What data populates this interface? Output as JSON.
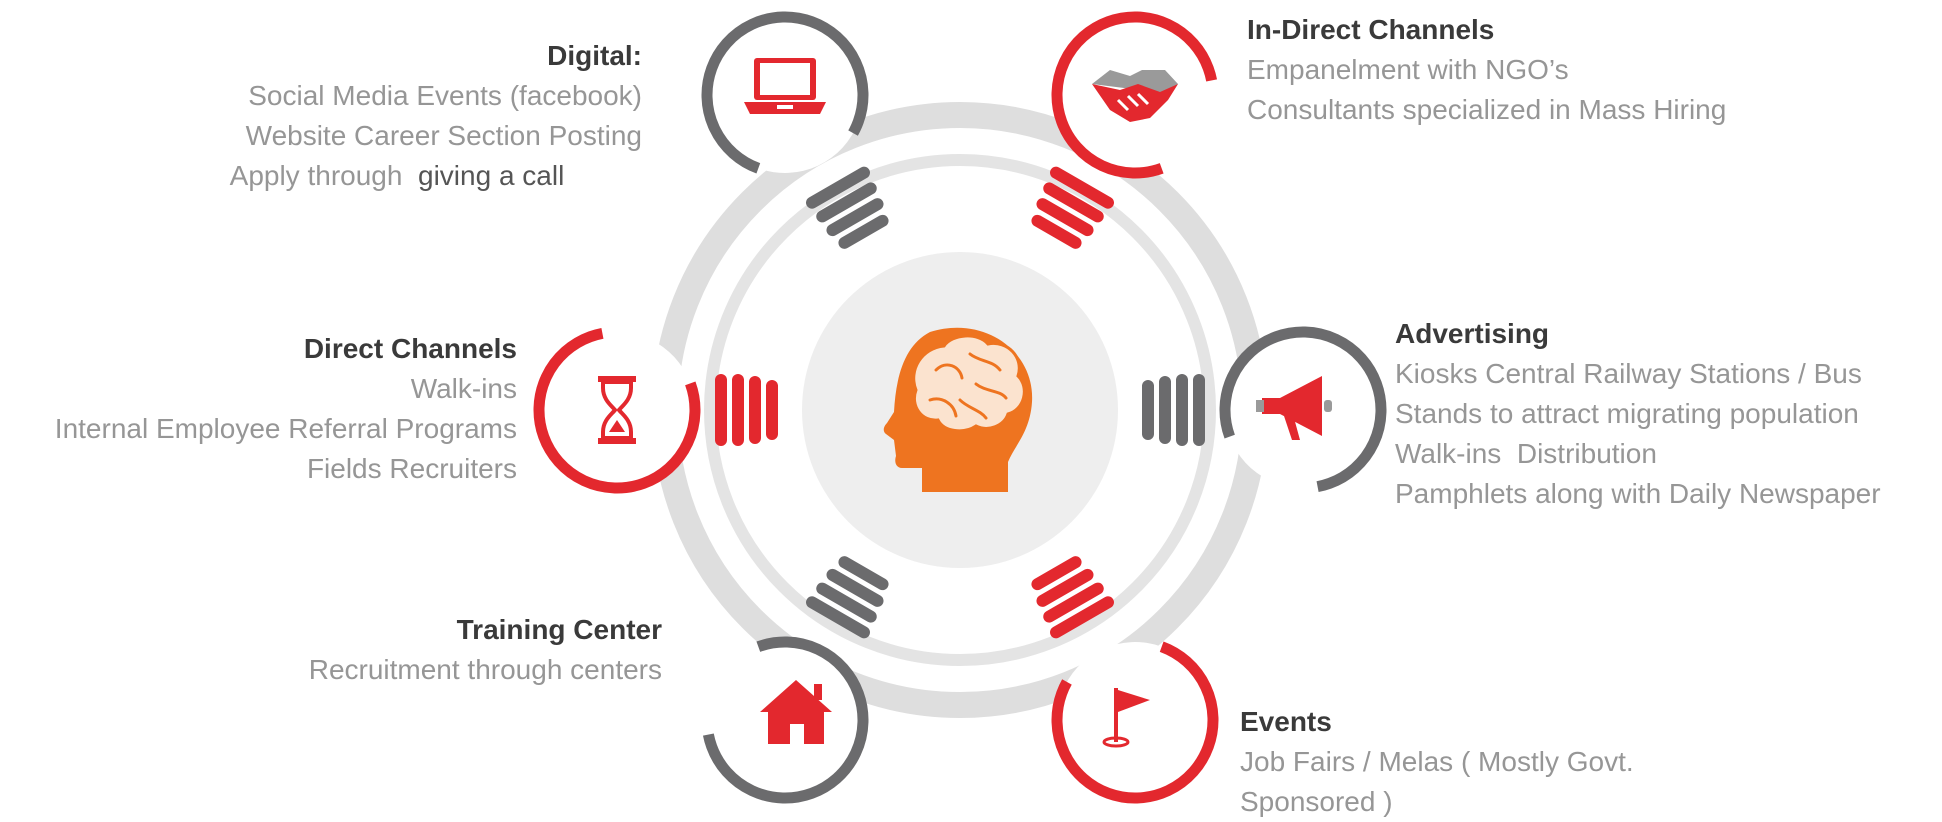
{
  "colors": {
    "red": "#e3282e",
    "gray": "#6b6b6d",
    "ring": "#dcdcdc",
    "hub": "#eeeeee",
    "head": "#ee7420",
    "text": "#969696",
    "heading": "#3a3a3a"
  },
  "center": {
    "icon": "brain-head-icon"
  },
  "nodes": [
    {
      "key": "digital",
      "icon": "laptop-icon",
      "color": "gray"
    },
    {
      "key": "indirect",
      "icon": "handshake-icon",
      "color": "red"
    },
    {
      "key": "direct",
      "icon": "hourglass-icon",
      "color": "red"
    },
    {
      "key": "advertising",
      "icon": "megaphone-icon",
      "color": "gray"
    },
    {
      "key": "training",
      "icon": "home-icon",
      "color": "gray"
    },
    {
      "key": "events",
      "icon": "flag-icon",
      "color": "red"
    }
  ],
  "digital": {
    "title": "Digital:",
    "lines": [
      "Social Media Events (facebook)",
      "Website Career Section Posting"
    ],
    "line3_a": "Apply through",
    "line3_b": "giving a call"
  },
  "indirect": {
    "title": "In-Direct Channels",
    "lines": [
      "Empanelment with NGO’s",
      "Consultants specialized in Mass Hiring"
    ]
  },
  "direct": {
    "title": "Direct Channels",
    "lines": [
      "Walk-ins",
      "Internal Employee Referral Programs",
      "Fields Recruiters"
    ]
  },
  "advertising": {
    "title": "Advertising",
    "lines": [
      "Kiosks Central Railway Stations / Bus",
      "Stands to attract migrating population",
      "Walk-ins  Distribution",
      "Pamphlets along with Daily Newspaper"
    ]
  },
  "training": {
    "title": "Training Center",
    "lines": [
      "Recruitment through centers"
    ]
  },
  "events": {
    "title": "Events",
    "lines": [
      "Job Fairs / Melas ( Mostly Govt.",
      "Sponsored )"
    ]
  }
}
